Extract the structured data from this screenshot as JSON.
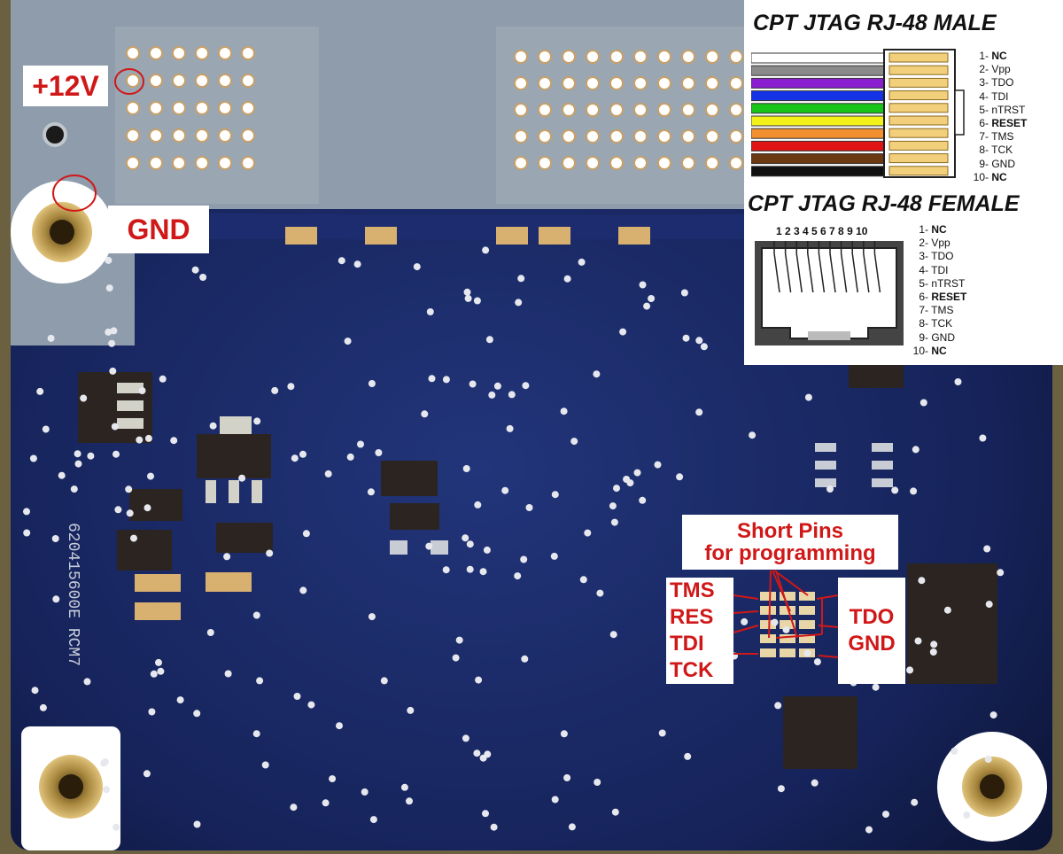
{
  "board_labels": {
    "plus12v": "+12V",
    "gnd": "GND",
    "short_pins_line1": "Short Pins",
    "short_pins_line2": "for programming",
    "left_pins": [
      "TMS",
      "RES",
      "TDI",
      "TCK"
    ],
    "right_pins": [
      "TDO",
      "GND"
    ],
    "silkscreen_part": "620415600E RCM7"
  },
  "legend": {
    "male_title": "CPT JTAG RJ-48 MALE",
    "female_title": "CPT JTAG RJ-48 FEMALE",
    "female_pin_numbers": "1 2 3 4 5 6 7 8 9 10",
    "pins": [
      {
        "num": "1",
        "name": "NC"
      },
      {
        "num": "2",
        "name": "Vpp"
      },
      {
        "num": "3",
        "name": "TDO"
      },
      {
        "num": "4",
        "name": "TDI"
      },
      {
        "num": "5",
        "name": "nTRST"
      },
      {
        "num": "6",
        "name": "RESET"
      },
      {
        "num": "7",
        "name": "TMS"
      },
      {
        "num": "8",
        "name": "TCK"
      },
      {
        "num": "9",
        "name": "GND"
      },
      {
        "num": "10",
        "name": "NC"
      }
    ],
    "wire_colors": [
      "#ffffff",
      "#8a8a8a",
      "#8a1fd0",
      "#1433e6",
      "#19c419",
      "#f2f21a",
      "#f2902f",
      "#e01414",
      "#6b3a12",
      "#111111"
    ]
  },
  "colors": {
    "pcb_blue": "#1a2a66",
    "label_red": "#d01818",
    "pad_gold": "#d8b070"
  }
}
